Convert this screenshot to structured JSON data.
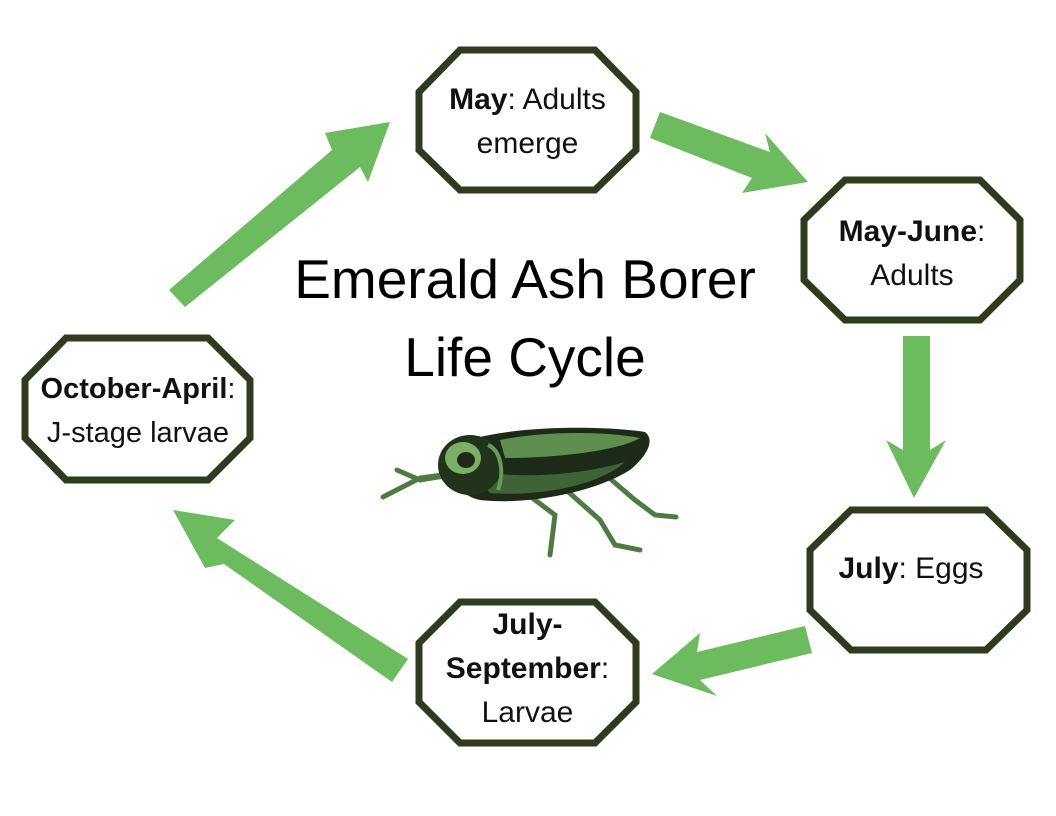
{
  "title": {
    "line1": "Emerald Ash Borer",
    "line2": "Life Cycle"
  },
  "stages": {
    "may": {
      "bold": "May",
      "rest": ": Adults",
      "line2": "emerge"
    },
    "may_june": {
      "bold": "May-June",
      "rest": ":",
      "line2": "Adults"
    },
    "july": {
      "bold": "July",
      "rest": ": Eggs"
    },
    "july_september": {
      "line1": "July-",
      "bold": "September",
      "rest": ":",
      "line3": "Larvae"
    },
    "october_april": {
      "bold": "October-April",
      "rest": ":",
      "line2": "J-stage larvae"
    }
  },
  "colors": {
    "arrow": "#6cbb5e",
    "octagon_border": "#2f3a1f",
    "beetle_dark": "#1c2a17",
    "beetle_light": "#6a9a57"
  },
  "icons": {
    "beetle": "emerald-ash-borer-beetle"
  }
}
